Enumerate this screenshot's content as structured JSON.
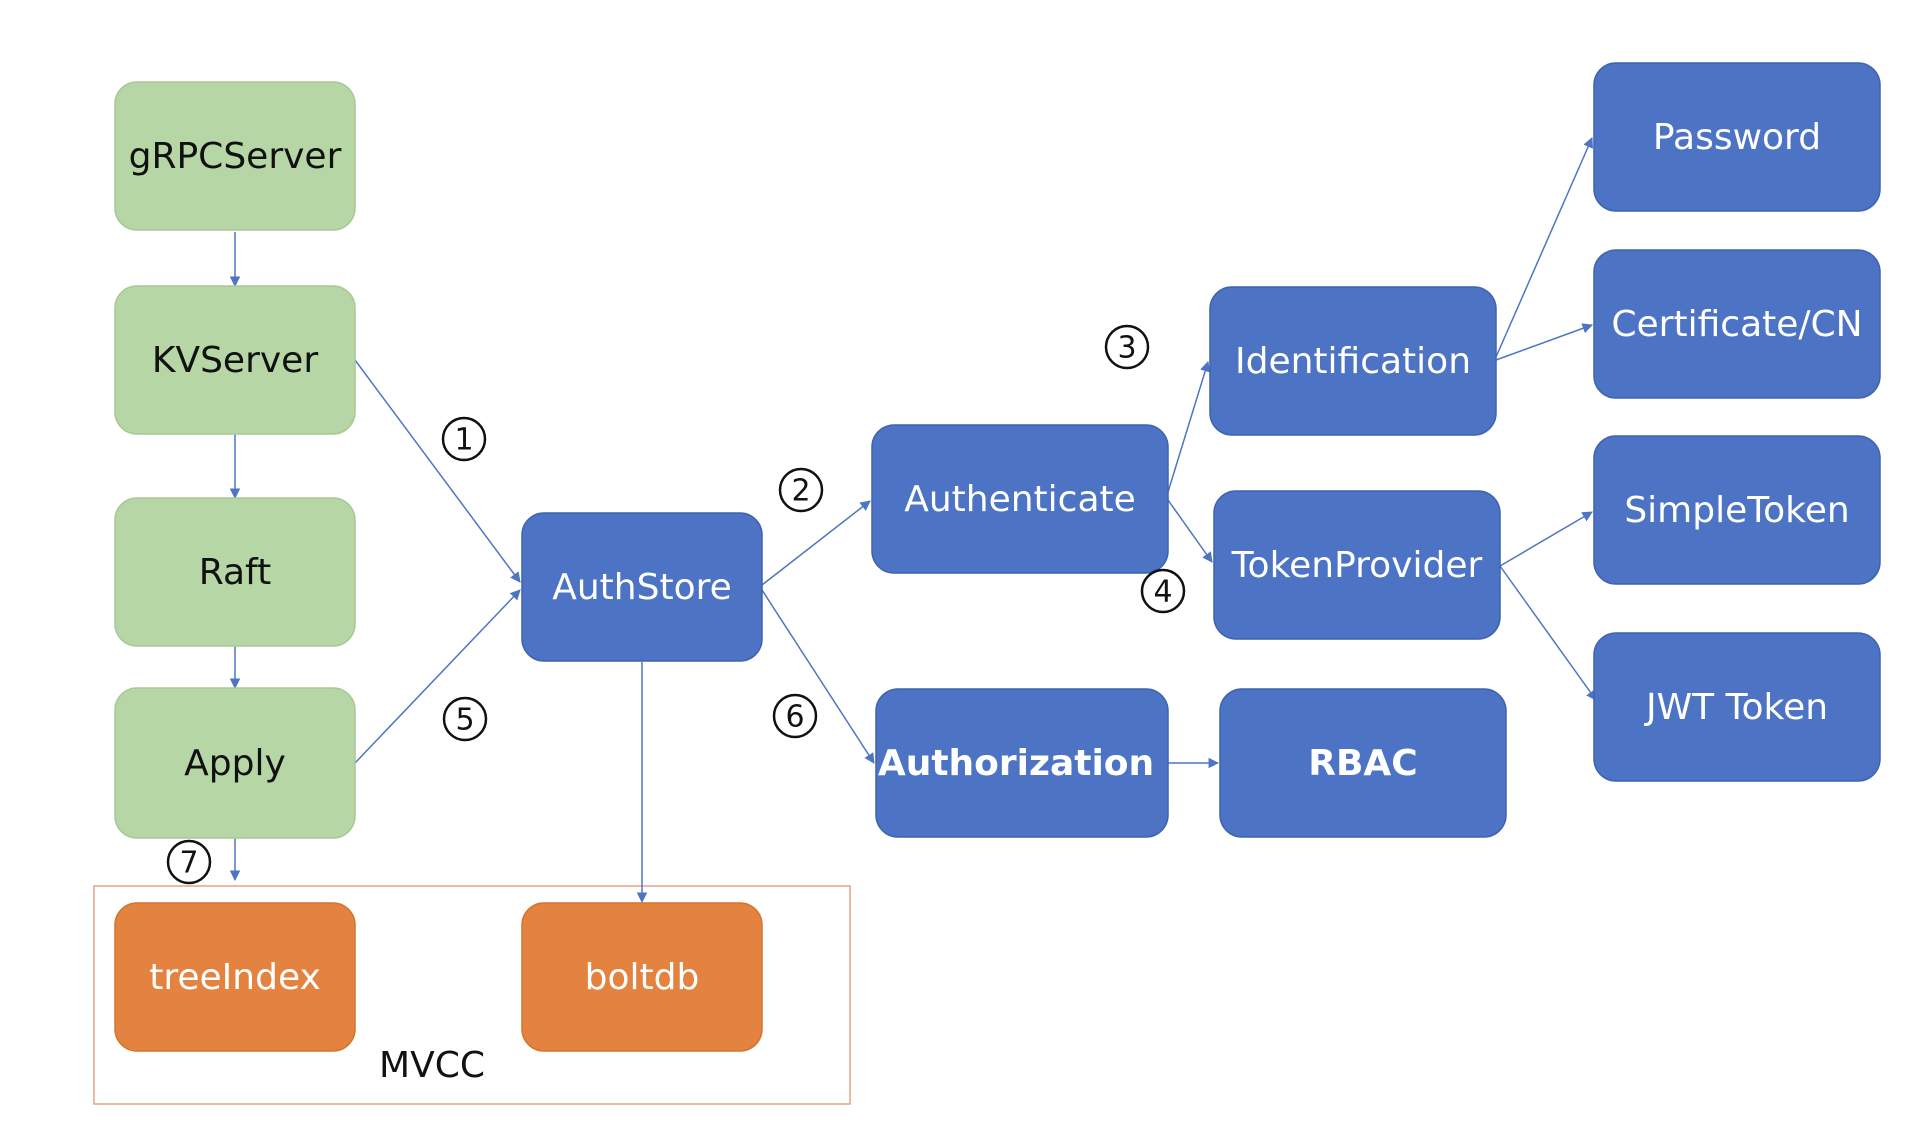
{
  "nodes": {
    "grpc_server": "gRPCServer",
    "kv_server": "KVServer",
    "raft": "Raft",
    "apply": "Apply",
    "auth_store": "AuthStore",
    "authenticate": "Authenticate",
    "authorization": "Authorization",
    "identification": "Identification",
    "token_provider": "TokenProvider",
    "rbac": "RBAC",
    "password": "Password",
    "certificate_cn": "Certificate/CN",
    "simple_token": "SimpleToken",
    "jwt_token": "JWT Token",
    "tree_index": "treeIndex",
    "boltdb": "boltdb"
  },
  "group": {
    "label": "MVCC"
  },
  "steps": {
    "s1": "1",
    "s2": "2",
    "s3": "3",
    "s4": "4",
    "s5": "5",
    "s6": "6",
    "s7": "7"
  },
  "colors": {
    "green_box": "#b6d6a6",
    "blue_box": "#4c73c4",
    "orange_box": "#e3833f",
    "arrow": "#4e75c4",
    "mvcc_frame": "#e9a08a"
  }
}
